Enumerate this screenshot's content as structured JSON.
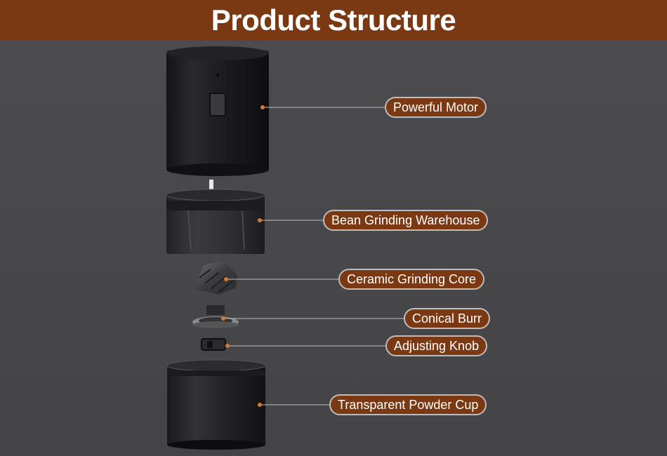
{
  "header": {
    "title": "Product Structure"
  },
  "parts": [
    {
      "label": "Powerful Motor"
    },
    {
      "label": "Bean Grinding Warehouse"
    },
    {
      "label": "Ceramic Grinding Core"
    },
    {
      "label": "Conical Burr"
    },
    {
      "label": "Adjusting Knob"
    },
    {
      "label": "Transparent Powder Cup"
    }
  ],
  "colors": {
    "banner": "#7a3912",
    "background": "#49494c",
    "label_fill": "#7a3912",
    "label_border": "#bdbdbd",
    "marker": "#d9782f"
  }
}
